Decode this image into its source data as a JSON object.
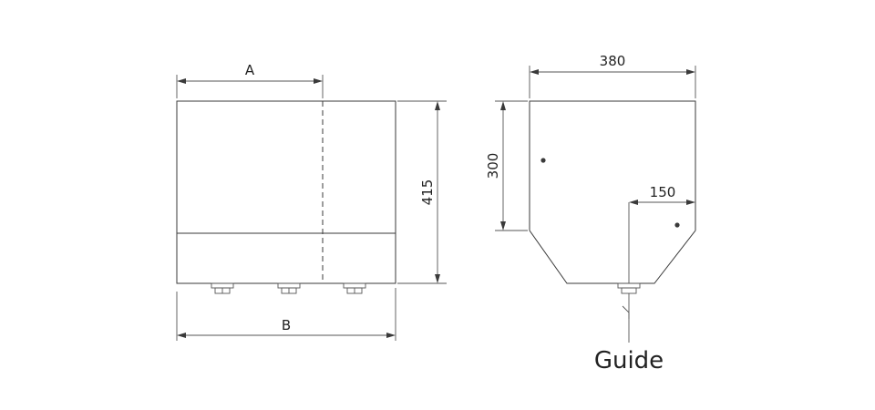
{
  "front_view": {
    "dim_width_top": "A",
    "dim_width_bottom": "B",
    "dim_height": "415"
  },
  "side_view": {
    "dim_width": "380",
    "dim_height": "300",
    "dim_offset": "150",
    "callout": "Guide"
  }
}
